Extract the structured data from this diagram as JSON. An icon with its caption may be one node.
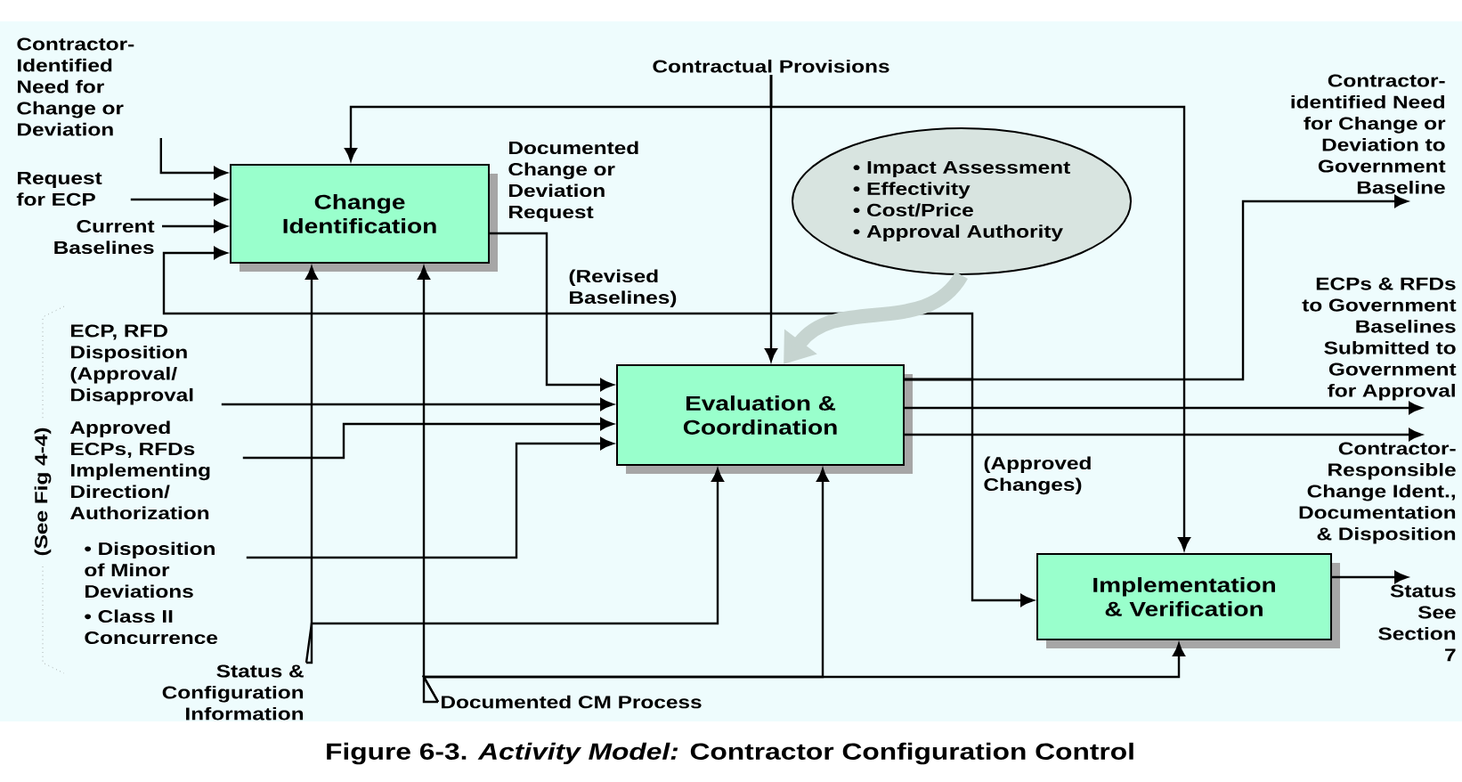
{
  "diagram": {
    "caption": "Figure 6-3. *Activity Model:* Contractor Configuration Control",
    "nodes": [
      {
        "text": [
          "Change Identification"
        ]
      },
      {
        "text": [
          "Evaluation & Coordination"
        ]
      },
      {
        "text": [
          "Implementation & Verification"
        ]
      },
      {
        "text": [
          "• Impact Assessment",
          "• Effectivity",
          "• Cost/Price",
          "• Approval Authority"
        ]
      },
      {
        "text": [
          "Contractor-Identified Need for Change or Deviation"
        ]
      },
      {
        "text": [
          "Request for ECP"
        ]
      },
      {
        "text": [
          "Current Baselines"
        ]
      },
      {
        "text": [
          "Contractual Provisions"
        ]
      },
      {
        "text": [
          "ECP, RFD Disposition (Approval/ Disapproval"
        ]
      },
      {
        "text": [
          "Approved ECPs, RFDs Implementing Direction/ Authorization"
        ]
      },
      {
        "text": [
          "• Disposition of Minor Deviations"
        ]
      },
      {
        "text": [
          "Status & Configuration Information"
        ]
      },
      {
        "text": [
          "Documented CM Process"
        ]
      },
      {
        "text": [
          "Contractor-identified Need for Change or Deviation to Government Baseline"
        ]
      },
      {
        "text": [
          "ECPs & RFDs to Government Baselines Submitted to Government for Approval"
        ]
      },
      {
        "text": [
          "Contractor-Responsible Change Ident., Documentation & Disposition"
        ]
      },
      {
        "text": [
          "Status See Section 7"
        ]
      }
    ],
    "edges": [
      {
        "from": 4,
        "to": 0,
        "arrow": "to"
      },
      {
        "from": 5,
        "to": 0,
        "arrow": "to"
      },
      {
        "from": 6,
        "to": 0,
        "arrow": "to"
      },
      {
        "from": 7,
        "to": 0,
        "arrow": "to"
      },
      {
        "from": 7,
        "to": 1,
        "arrow": "to"
      },
      {
        "from": 7,
        "to": 2,
        "arrow": "to"
      },
      {
        "from": 0,
        "to": 1,
        "arrow": "to",
        "label": "Documented Change or Deviation Request"
      },
      {
        "from": 1,
        "to": 0,
        "arrow": "to",
        "label": "(Revised Baselines)"
      },
      {
        "from": 1,
        "to": 2,
        "arrow": "to",
        "label": "(Approved Changes)"
      },
      {
        "from": 3,
        "to": 1,
        "arrow": "to",
        "style": "thick",
        "color": "#c6d4d0"
      },
      {
        "from": 8,
        "to": 1,
        "arrow": "to"
      },
      {
        "from": 9,
        "to": 1,
        "arrow": "to"
      },
      {
        "from": 10,
        "to": 1,
        "arrow": "to"
      },
      {
        "from": 11,
        "to": 0,
        "arrow": "to"
      },
      {
        "from": 11,
        "to": 1,
        "arrow": "to"
      },
      {
        "from": 12,
        "to": 0,
        "arrow": "to"
      },
      {
        "from": 12,
        "to": 1,
        "arrow": "to"
      },
      {
        "from": 12,
        "to": 2,
        "arrow": "to"
      },
      {
        "from": 1,
        "to": 13,
        "arrow": "to"
      },
      {
        "from": 1,
        "to": 14,
        "arrow": "to"
      },
      {
        "from": 1,
        "to": 15,
        "arrow": "to"
      },
      {
        "from": 2,
        "to": 16,
        "arrow": "to"
      }
    ],
    "labels": [
      "• Class II Concurrence",
      "(See Fig 4-4)"
    ]
  }
}
